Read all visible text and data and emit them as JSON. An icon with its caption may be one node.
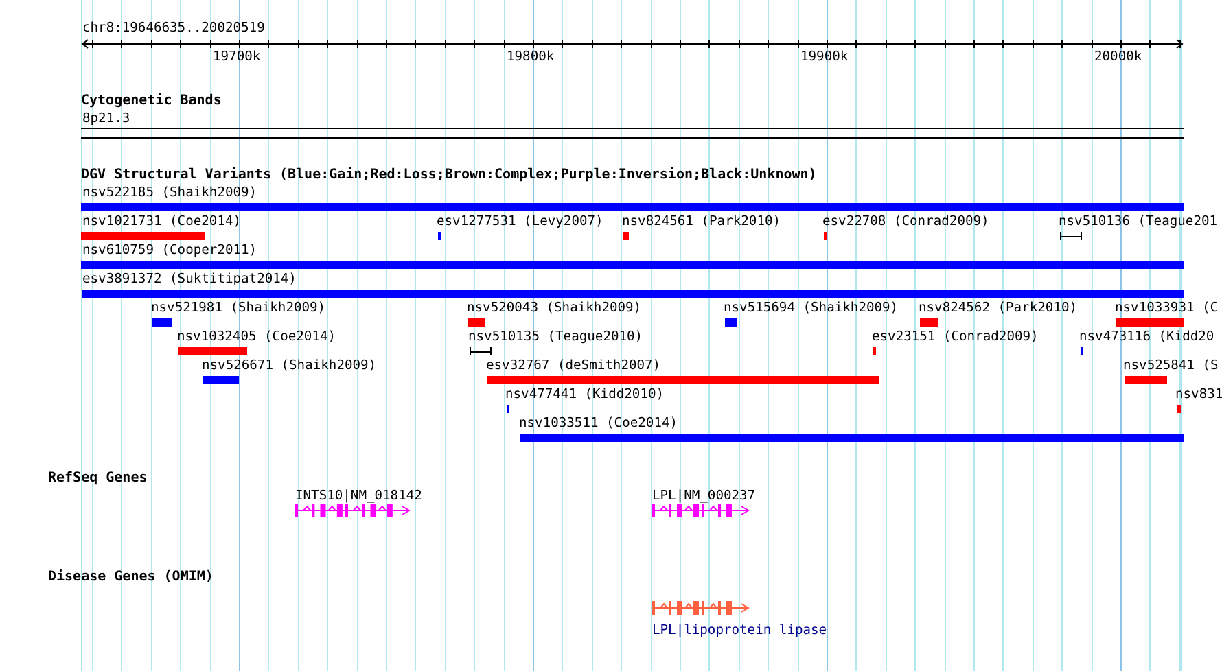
{
  "diagram": {
    "labels": [
      "chr8:19646635..20020519",
      "19700k",
      "19800k",
      "19900k",
      "20000k",
      "Cytogenetic Bands",
      "8p21.3",
      "DGV Structural Variants (Blue:Gain;Red:Loss;Brown:Complex;Purple:Inversion;Black:Unknown)",
      "nsv522185 (Shaikh2009)",
      "nsv1021731 (Coe2014)",
      "esv1277531 (Levy2007)",
      "nsv824561 (Park2010)",
      "esv22708 (Conrad2009)",
      "nsv510136 (Teague201",
      "nsv610759 (Cooper2011)",
      "esv3891372 (Suktitipat2014)",
      "nsv521981 (Shaikh2009)",
      "nsv520043 (Shaikh2009)",
      "nsv515694 (Shaikh2009)",
      "nsv824562 (Park2010)",
      "nsv1033931 (C",
      "nsv1032405 (Coe2014)",
      "nsv510135 (Teague2010)",
      "esv23151 (Conrad2009)",
      "nsv473116 (Kidd20",
      "nsv526671 (Shaikh2009)",
      "esv32767 (deSmith2007)",
      "nsv525841 (S",
      "nsv477441 (Kidd2010)",
      "nsv831",
      "nsv1033511 (Coe2014)",
      "RefSeq Genes",
      "INTS10|NM_018142",
      "LPL|NM_000237",
      "Disease Genes (OMIM)",
      "LPL|lipoprotein lipase"
    ]
  }
}
